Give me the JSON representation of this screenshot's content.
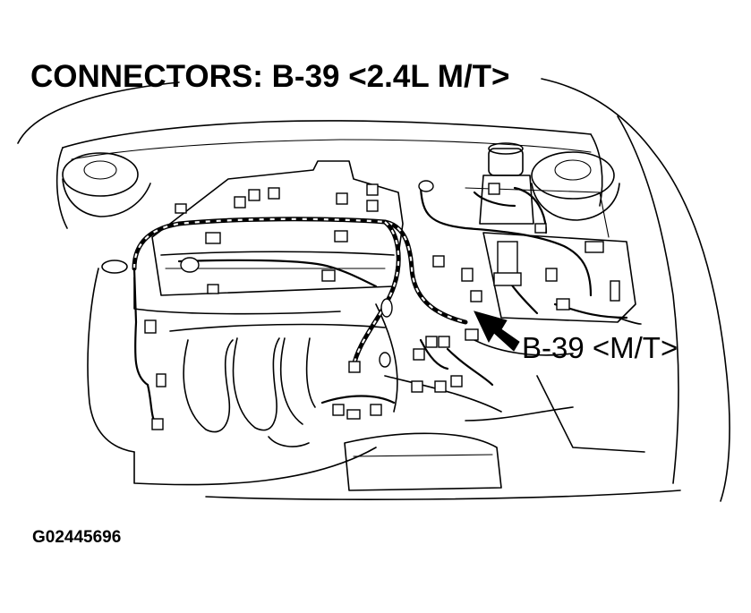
{
  "diagram": {
    "title": "CONNECTORS: B-39 <2.4L M/T>",
    "callout_label": "B-39 <M/T>",
    "figure_id": "G02445696"
  }
}
